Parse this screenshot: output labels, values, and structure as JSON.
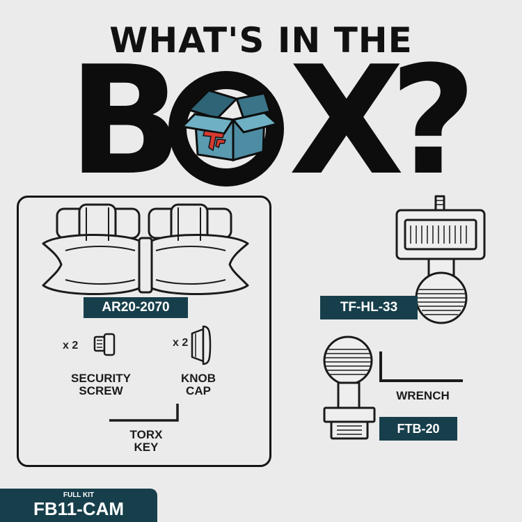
{
  "headline": {
    "line1": "WHAT'S IN THE",
    "letter_b": "B",
    "letter_x": "X",
    "question": "?"
  },
  "components": {
    "arm": {
      "code": "AR20-2070"
    },
    "security_screw": {
      "qty": "x 2",
      "label_line1": "SECURITY",
      "label_line2": "SCREW"
    },
    "knob_cap": {
      "qty": "x 2",
      "label_line1": "KNOB",
      "label_line2": "CAP"
    },
    "torx_key": {
      "label_line1": "TORX",
      "label_line2": "KEY"
    },
    "hl_mount": {
      "code": "TF-HL-33"
    },
    "wrench": {
      "label": "WRENCH"
    },
    "ftb_mount": {
      "code": "FTB-20"
    }
  },
  "kit": {
    "caption": "FULL KIT",
    "code": "FB11-CAM"
  },
  "colors": {
    "background": "#ebebeb",
    "badge": "#173f4b",
    "box_teal": "#5a9bb0",
    "logo_red": "#d63a2f"
  },
  "icons": [
    "box-icon",
    "brand-logo",
    "arm-icon",
    "screw-icon",
    "knob-cap-icon",
    "torx-key-icon",
    "hl-mount-icon",
    "wrench-icon",
    "ftb-mount-icon"
  ]
}
